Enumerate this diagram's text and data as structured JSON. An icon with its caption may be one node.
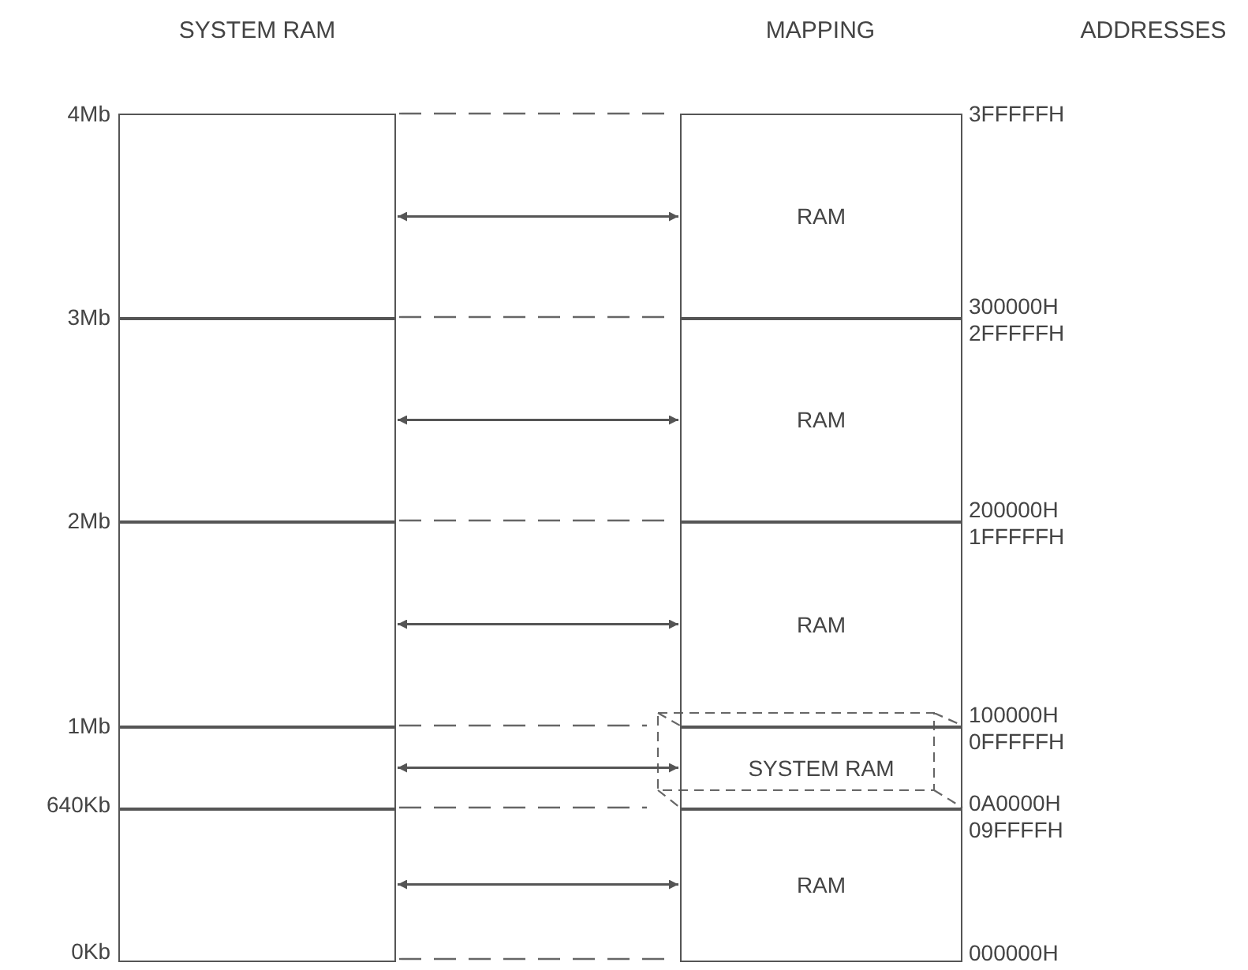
{
  "diagram": {
    "nodes": [
      {
        "text": [],
        "shape": "box"
      },
      {
        "text": [],
        "shape": "box"
      },
      {
        "text": [],
        "shape": "box"
      },
      {
        "text": [],
        "shape": "box"
      },
      {
        "text": [],
        "shape": "box"
      },
      {
        "text": [
          "RAM"
        ]
      },
      {
        "text": [
          "RAM"
        ]
      },
      {
        "text": [
          "RAM"
        ]
      },
      {
        "text": [
          "SYSTEM RAM"
        ]
      },
      {
        "text": [
          "RAM"
        ]
      }
    ],
    "edges": [
      {
        "from": 0,
        "to": 5,
        "arrow": "both"
      },
      {
        "from": 1,
        "to": 6,
        "arrow": "both"
      },
      {
        "from": 2,
        "to": 7,
        "arrow": "both"
      },
      {
        "from": 3,
        "to": 8,
        "arrow": "both"
      },
      {
        "from": 4,
        "to": 9,
        "arrow": "both"
      }
    ],
    "labels": [
      "SYSTEM RAM",
      "MAPPING",
      "ADDRESSES",
      "4Mb",
      "3FFFFFH",
      "3Mb",
      "300000H",
      "2FFFFFH",
      "2Mb",
      "200000H",
      "1FFFFFH",
      "1Mb",
      "100000H",
      "0FFFFFH",
      "640Kb",
      "0A0000H",
      "09FFFFH",
      "0Kb",
      "000000H"
    ]
  }
}
